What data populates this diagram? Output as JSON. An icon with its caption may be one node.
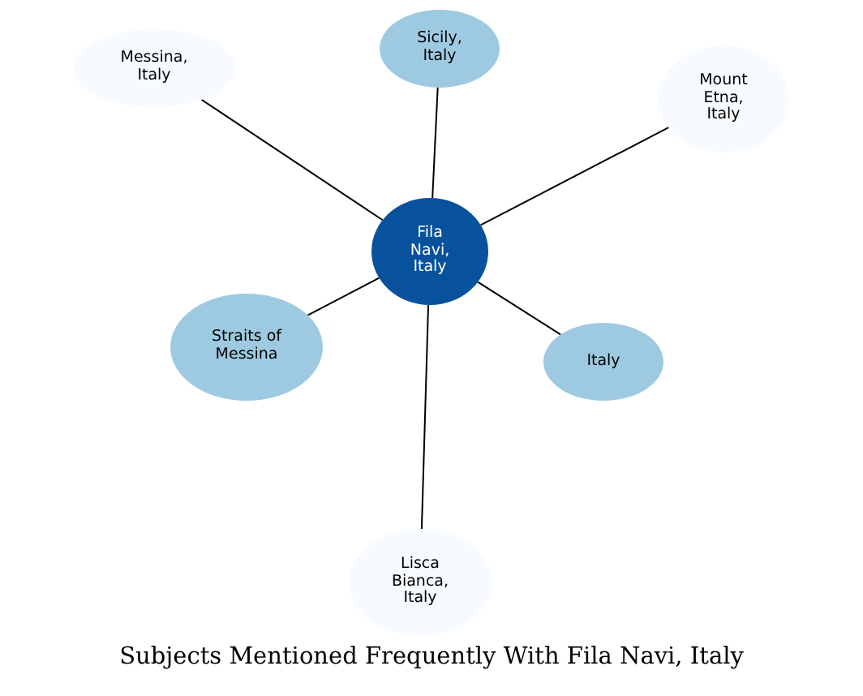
{
  "diagram": {
    "title": "Subjects Mentioned Frequently With Fila Navi, Italy",
    "nodes": [
      {
        "text": [
          "Fila Navi, Italy"
        ]
      },
      {
        "text": [
          "Messina, Italy"
        ]
      },
      {
        "text": [
          "Sicily, Italy"
        ]
      },
      {
        "text": [
          "Mount Etna, Italy"
        ]
      },
      {
        "text": [
          "Straits of Messina"
        ]
      },
      {
        "text": [
          "Italy"
        ]
      },
      {
        "text": [
          "Lisca Bianca, Italy"
        ]
      }
    ],
    "edges": [
      {
        "from": 0,
        "to": 1,
        "arrow": "none"
      },
      {
        "from": 0,
        "to": 2,
        "arrow": "none"
      },
      {
        "from": 0,
        "to": 3,
        "arrow": "none"
      },
      {
        "from": 0,
        "to": 4,
        "arrow": "none"
      },
      {
        "from": 0,
        "to": 5,
        "arrow": "none"
      },
      {
        "from": 0,
        "to": 6,
        "arrow": "none"
      }
    ]
  }
}
